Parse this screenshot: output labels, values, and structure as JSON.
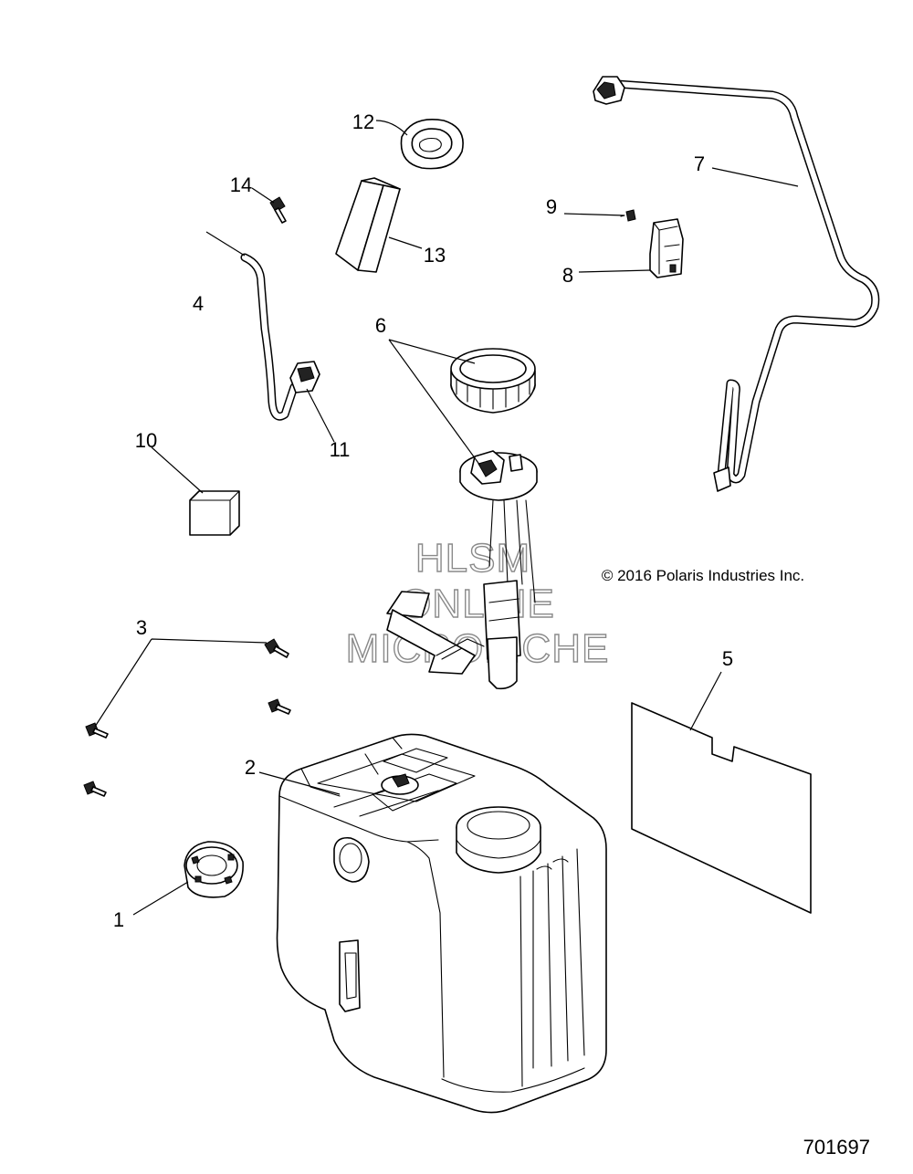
{
  "callouts": {
    "c1": "1",
    "c2": "2",
    "c3": "3",
    "c4": "4",
    "c5": "5",
    "c6": "6",
    "c7": "7",
    "c8": "8",
    "c9": "9",
    "c10": "10",
    "c11": "11",
    "c12": "12",
    "c13": "13",
    "c14": "14"
  },
  "copyright": "© 2016 Polaris Industries Inc.",
  "watermark": {
    "line1": "HLSM",
    "line2": "ONLINE",
    "line3": "MICROFICHE"
  },
  "document_number": "701697"
}
